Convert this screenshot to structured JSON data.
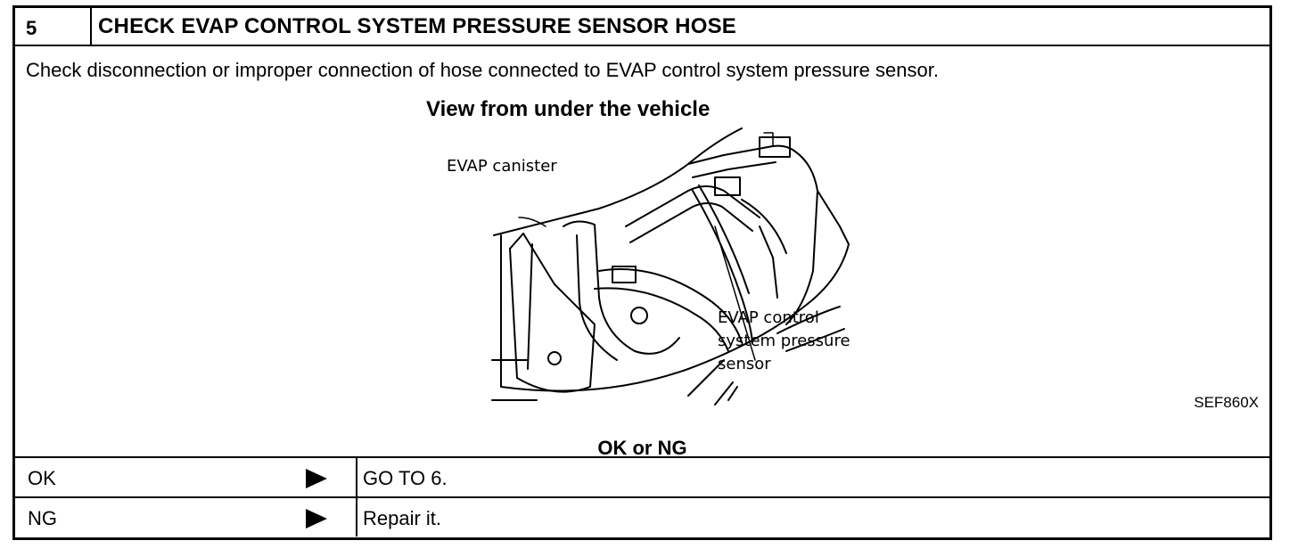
{
  "step": {
    "number": "5",
    "title": "CHECK EVAP CONTROL SYSTEM PRESSURE SENSOR HOSE"
  },
  "instruction": "Check disconnection or improper connection of hose connected to EVAP control system pressure sensor.",
  "figure": {
    "title": "View from under the vehicle",
    "labels": {
      "canister": "EVAP canister",
      "sensor_line1": "EVAP control",
      "sensor_line2": "system pressure",
      "sensor_line3": "sensor"
    },
    "code": "SEF860X"
  },
  "question": "OK or NG",
  "results": [
    {
      "label": "OK",
      "action": "GO TO 6."
    },
    {
      "label": "NG",
      "action": "Repair it."
    }
  ]
}
